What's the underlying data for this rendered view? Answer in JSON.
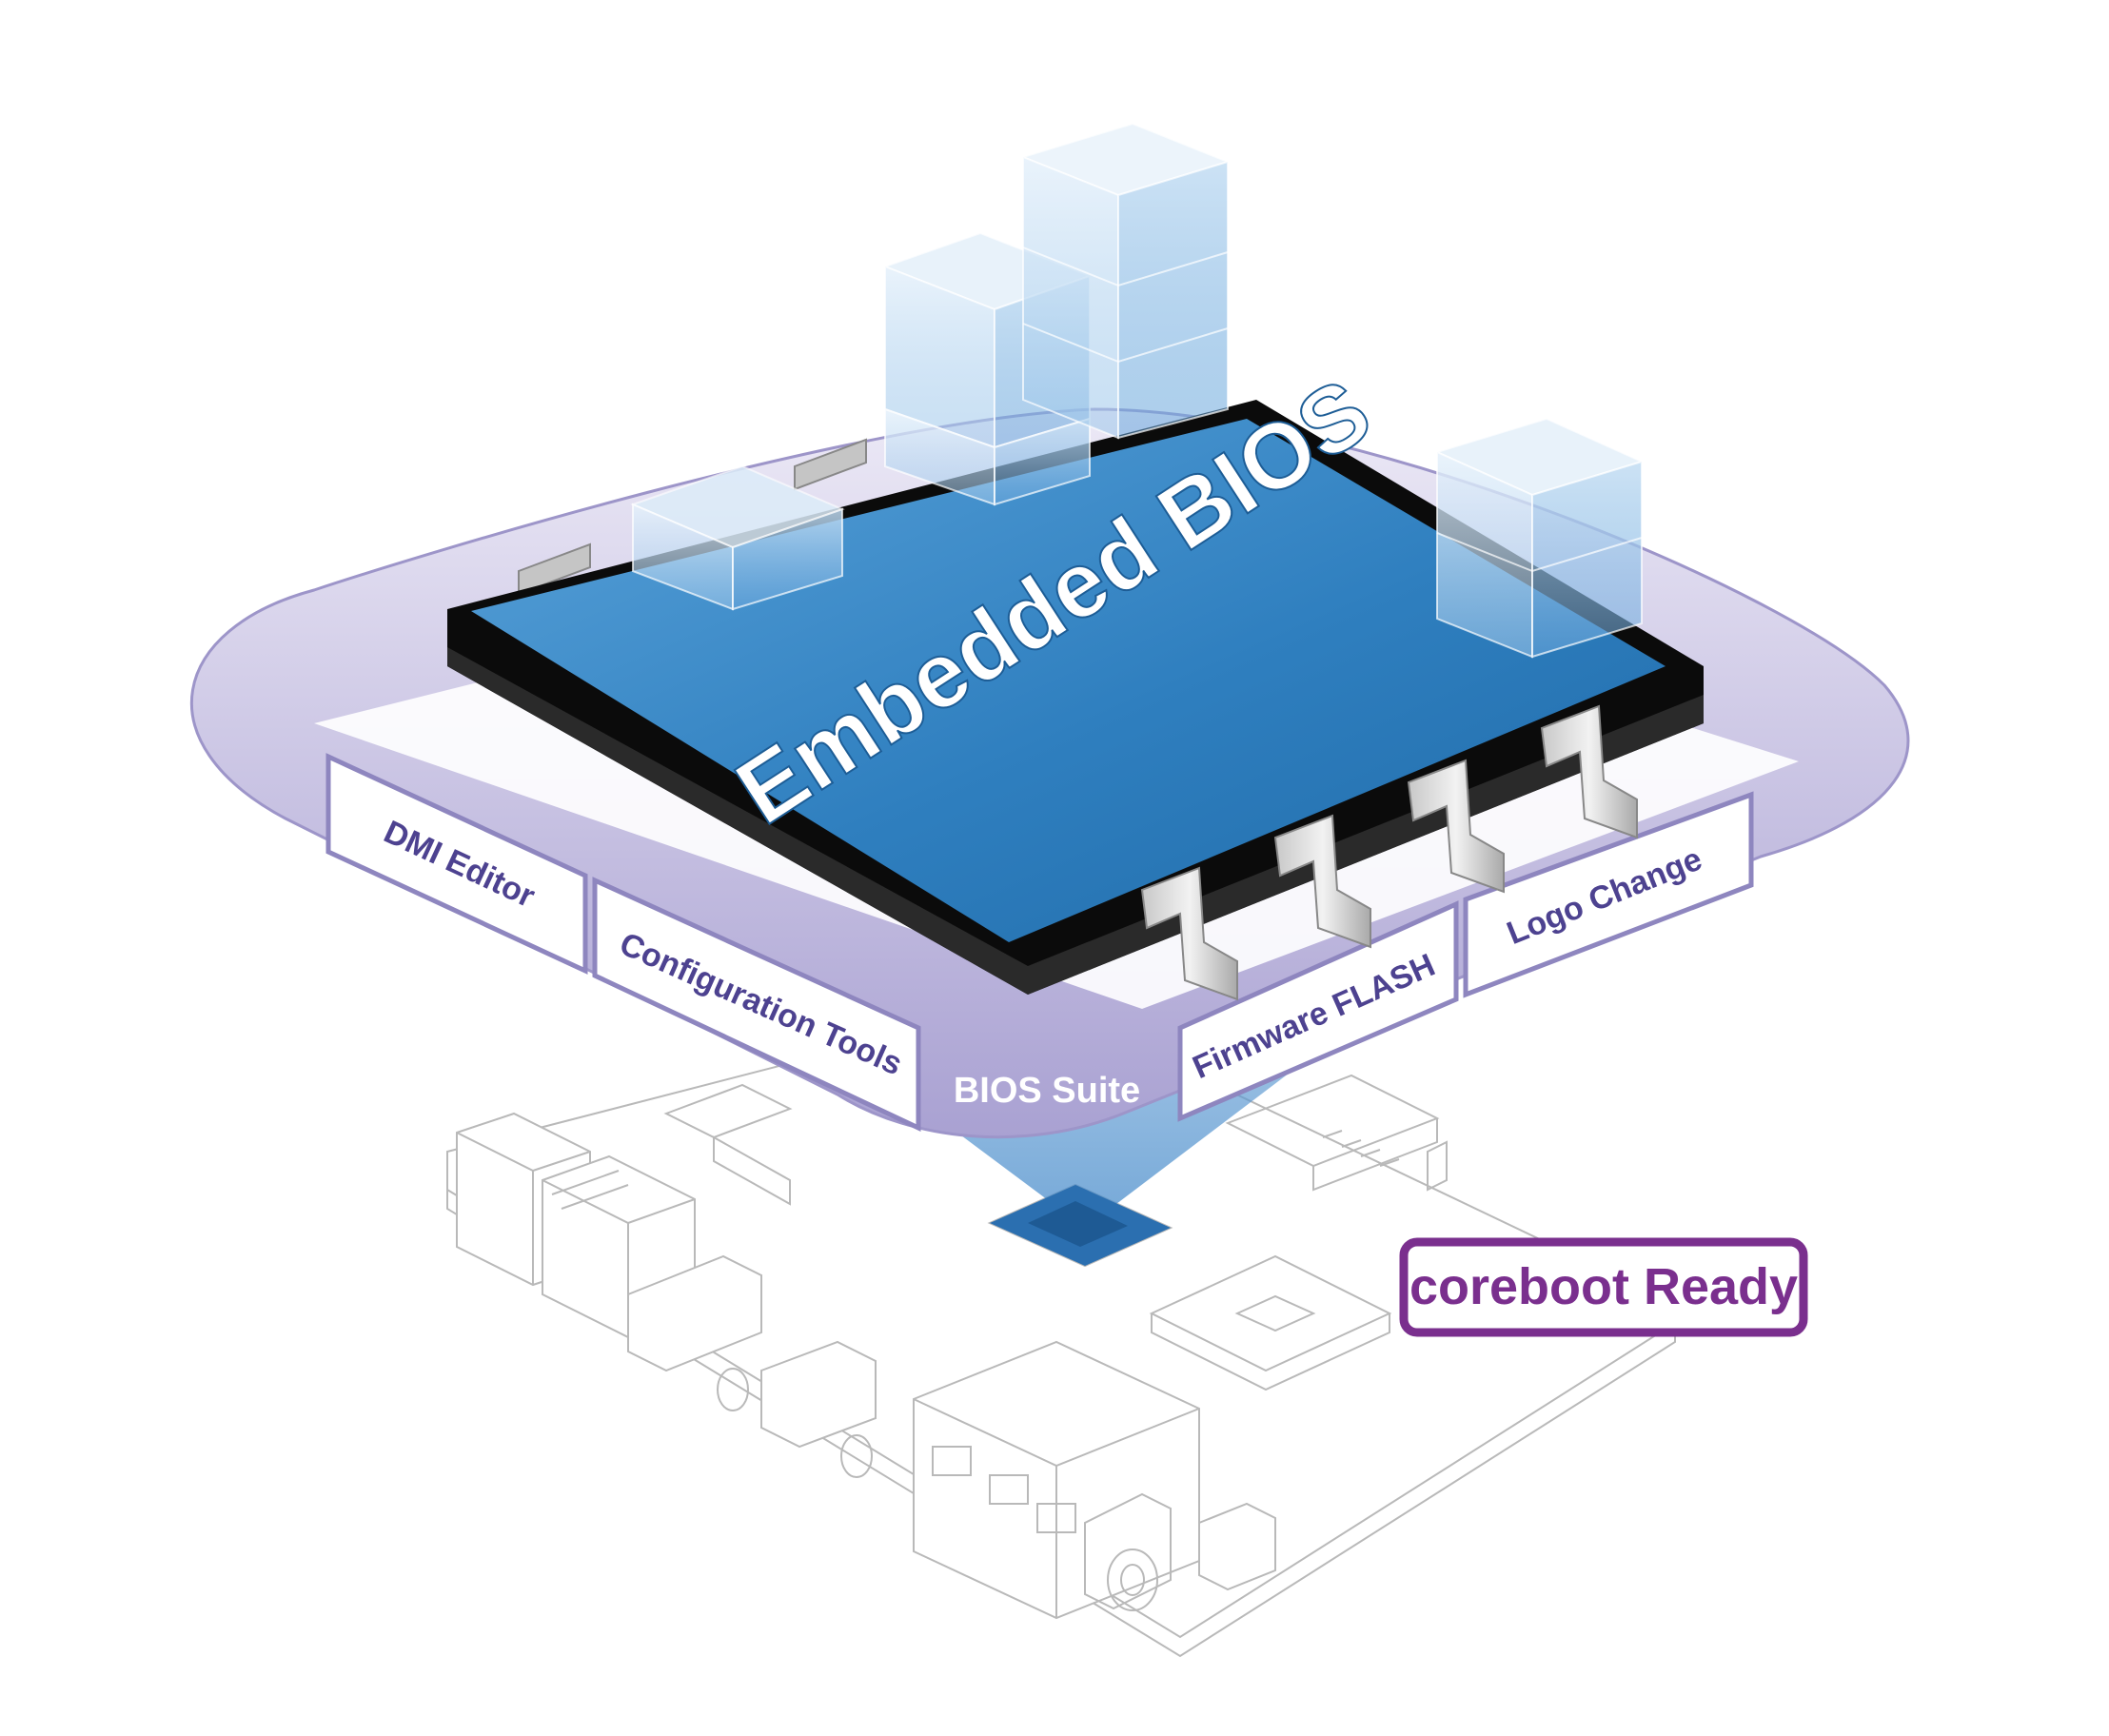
{
  "chip": {
    "label": "Embedded BIOS",
    "colors": {
      "top": "#3a86c6",
      "body": "#111111",
      "ring": "#b4acd6",
      "frame": "#8e86bf",
      "tool_text": "#4d4290"
    }
  },
  "suite": {
    "label": "BIOS Suite",
    "tools": [
      {
        "label": "DMI Editor"
      },
      {
        "label": "Configuration Tools"
      },
      {
        "label": "Firmware FLASH"
      },
      {
        "label": "Logo Change"
      }
    ]
  },
  "badge": {
    "label": "coreboot Ready",
    "color": "#7a2f8e"
  },
  "board": {
    "icon": "motherboard-wireframe"
  }
}
